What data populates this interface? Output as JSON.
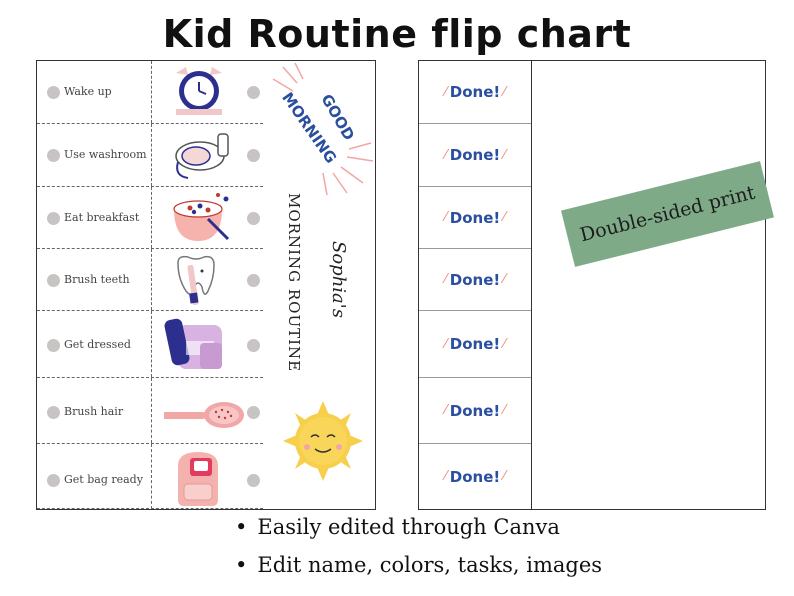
{
  "title": "Kid Routine flip chart",
  "tasks": [
    {
      "label": "Wake up",
      "icon": "alarm-clock-icon"
    },
    {
      "label": "Use washroom",
      "icon": "toilet-icon"
    },
    {
      "label": "Eat breakfast",
      "icon": "cereal-bowl-icon"
    },
    {
      "label": "Brush teeth",
      "icon": "tooth-toothbrush-icon"
    },
    {
      "label": "Get dressed",
      "icon": "clothes-icon"
    },
    {
      "label": "Brush hair",
      "icon": "hairbrush-icon"
    },
    {
      "label": "Get bag ready",
      "icon": "backpack-icon"
    }
  ],
  "side": {
    "good": "GOOD",
    "morning": "MORNING",
    "routine": "MORNING ROUTINE",
    "name": "Sophia's"
  },
  "done_label": "Done!",
  "banner": "Double-sided print",
  "bullets": [
    "Easily edited through Canva",
    "Edit name, colors, tasks, images"
  ],
  "colors": {
    "accent_blue": "#2a4ea0",
    "banner_green": "#7faa88",
    "dot_gray": "#c9c4c4",
    "spark_pink": "#e98c8c",
    "sun_yellow": "#f7cf4a"
  }
}
